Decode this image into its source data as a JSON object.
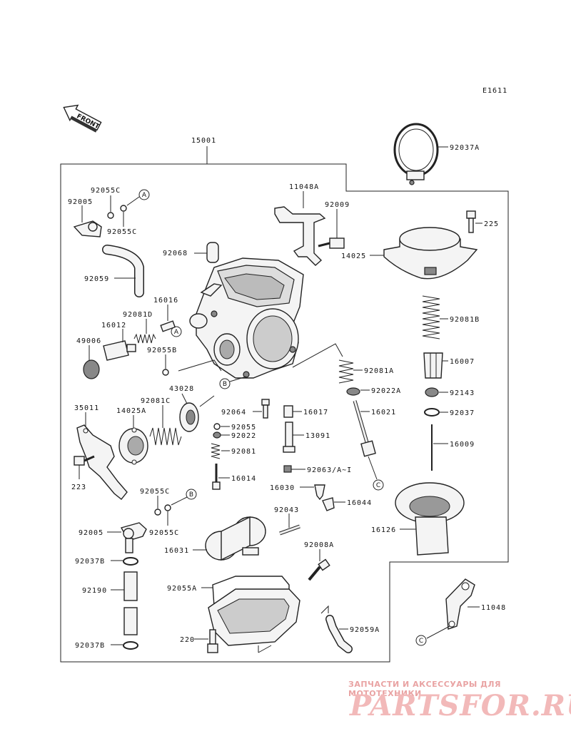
{
  "diagram": {
    "ref_code": "E1611",
    "front_label": "FRONT",
    "callouts": {
      "c15001": "15001",
      "c92037A": "92037A",
      "c11048A": "11048A",
      "c92009": "92009",
      "c225": "225",
      "c14025": "14025",
      "c92055C_a": "92055C",
      "c92005_a": "92005",
      "c92055C_b": "92055C",
      "c92068": "92068",
      "c92059": "92059",
      "c16016": "16016",
      "c92081D": "92081D",
      "c16012": "16012",
      "c49006": "49006",
      "c92055B": "92055B",
      "c92081B": "92081B",
      "c16007": "16007",
      "c92081A": "92081A",
      "c92022A": "92022A",
      "c92143": "92143",
      "c92037": "92037",
      "c35011": "35011",
      "c14025A": "14025A",
      "c92081C": "92081C",
      "c43028": "43028",
      "c92064": "92064",
      "c16017": "16017",
      "c16021": "16021",
      "c92055": "92055",
      "c92022": "92022",
      "c13091": "13091",
      "c16009": "16009",
      "c92081": "92081",
      "c223": "223",
      "c92063": "92063/A~I",
      "c16014": "16014",
      "c16030": "16030",
      "c16044": "16044",
      "c92055C_c": "92055C",
      "c92043": "92043",
      "c92005_b": "92005",
      "c92055C_d": "92055C",
      "c16126": "16126",
      "c16031": "16031",
      "c92037B_a": "92037B",
      "c92008A": "92008A",
      "c92190": "92190",
      "c92055A": "92055A",
      "c11048": "11048",
      "c220": "220",
      "c92059A": "92059A",
      "c92037B_b": "92037B"
    },
    "markers": {
      "A1": "A",
      "A2": "A",
      "B1": "B",
      "B2": "B",
      "C1": "C",
      "C2": "C"
    }
  },
  "watermark": {
    "tagline": "ЗАПЧАСТИ И АКСЕССУАРЫ ДЛЯ МОТОТЕХНИКИ",
    "brand": "PARTSFOR.RU"
  }
}
